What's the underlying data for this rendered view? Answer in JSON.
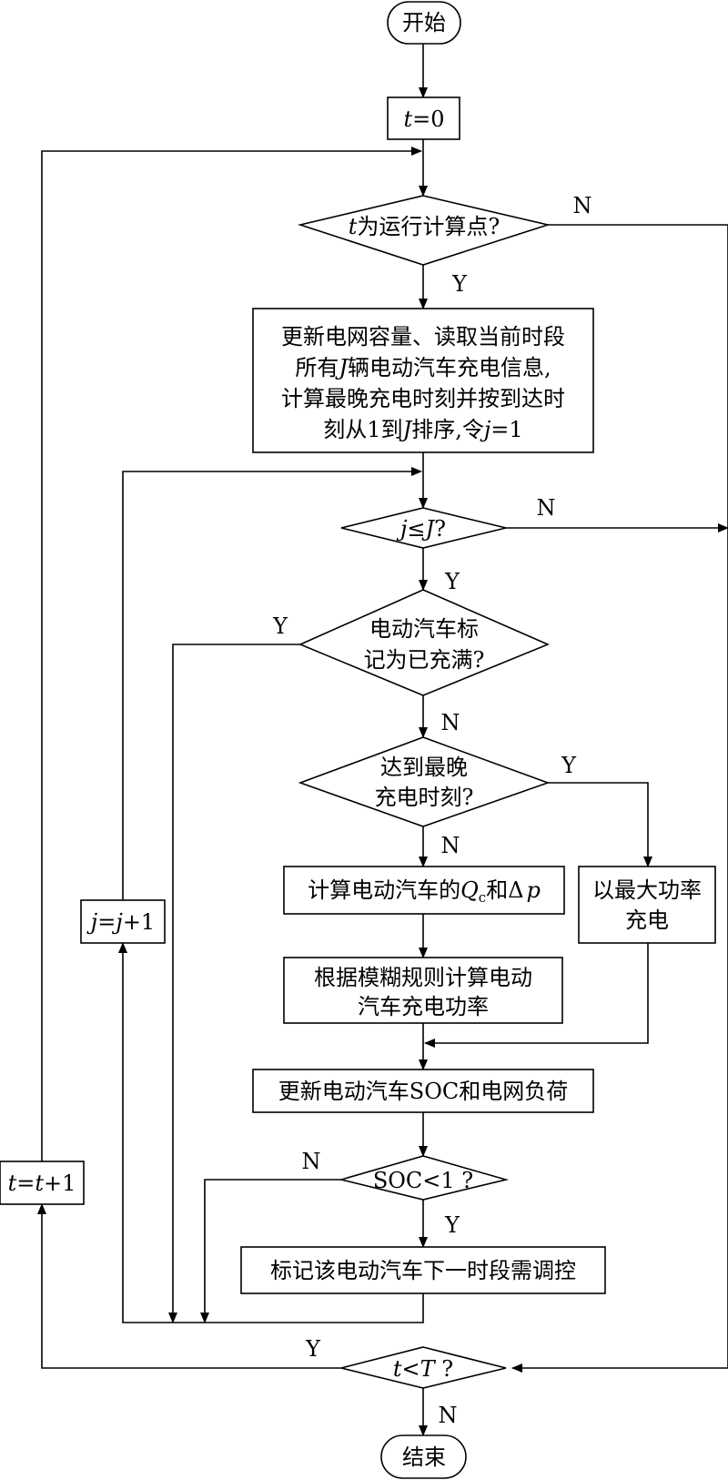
{
  "nodes": {
    "start": "开始",
    "init": {
      "var": "t",
      "rest": "=0"
    },
    "check_calc_point": {
      "var": "t",
      "rest": "为运行计算点?"
    },
    "update_info": {
      "line1": "更新电网容量、读取当前时段",
      "line2_pre": "所有",
      "line2_var": "J",
      "line2_post": "辆电动汽车充电信息,",
      "line3": "计算最晚充电时刻并按到达时",
      "line4_pre": "刻从1到",
      "line4_var": "J",
      "line4_mid": "排序,令",
      "line4_var2": "j",
      "line4_post": "=1"
    },
    "check_j": {
      "var1": "j",
      "op": "≤",
      "var2": "J",
      "q": "?"
    },
    "check_full": {
      "line1": "电动汽车标",
      "line2": "记为已充满?"
    },
    "check_latest": {
      "line1": "达到最晚",
      "line2": "充电时刻?"
    },
    "calc_qc": {
      "pre": "计算电动汽车的",
      "var": "Q",
      "sub": "c",
      "mid": "和",
      "delta": "Δ",
      "var2": "p"
    },
    "max_power": {
      "line1": "以最大功率",
      "line2": "充电"
    },
    "fuzzy": {
      "line1": "根据模糊规则计算电动",
      "line2": "汽车充电功率"
    },
    "update_soc": "更新电动汽车SOC和电网负荷",
    "check_soc": "SOC<1 ?",
    "mark_next": "标记该电动汽车下一时段需调控",
    "j_inc": {
      "var1": "j",
      "eq": "=",
      "var2": "j",
      "plus": "+1"
    },
    "t_inc": {
      "var1": "t",
      "eq": "=",
      "var2": "t",
      "plus": "+1"
    },
    "check_t": {
      "var1": "t",
      "op": "<",
      "var2": "T",
      "q": " ?"
    },
    "end": "结束"
  },
  "edge_labels": {
    "calc_point_no": "N",
    "calc_point_yes": "Y",
    "j_no": "N",
    "j_yes": "Y",
    "full_yes": "Y",
    "full_no": "N",
    "latest_yes": "Y",
    "latest_no": "N",
    "soc_no": "N",
    "soc_yes": "Y",
    "t_yes": "Y",
    "t_no": "N"
  }
}
